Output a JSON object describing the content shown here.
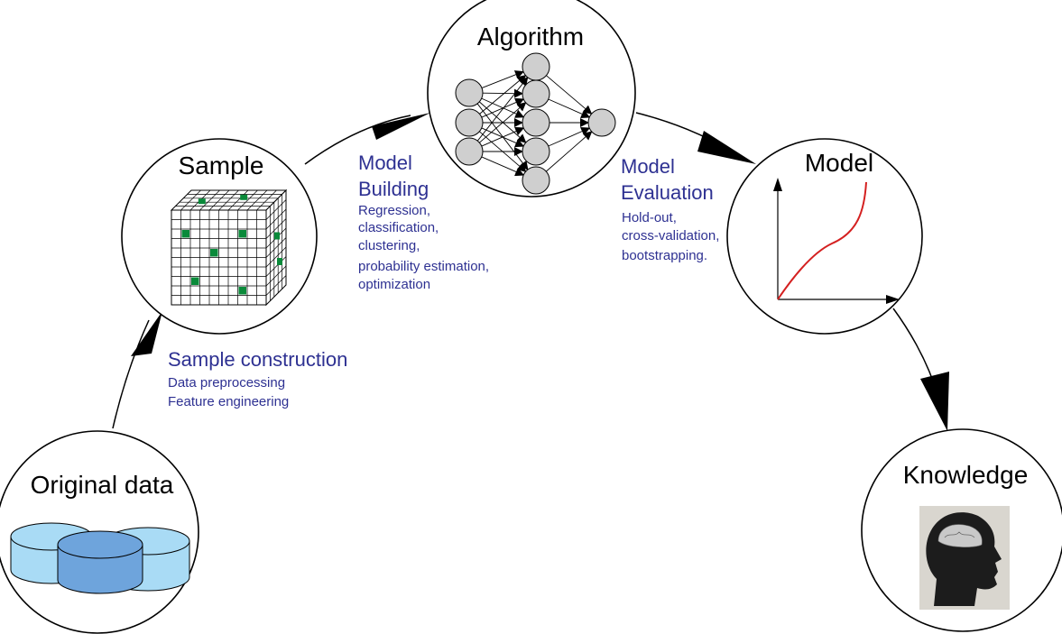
{
  "nodes": {
    "original_data": {
      "title": "Original data"
    },
    "sample": {
      "title": "Sample"
    },
    "algorithm": {
      "title": "Algorithm"
    },
    "model": {
      "title": "Model"
    },
    "knowledge": {
      "title": "Knowledge"
    }
  },
  "stages": {
    "sample_construction": {
      "title": "Sample construction",
      "details": [
        "Data preprocessing",
        "Feature engineering"
      ]
    },
    "model_building": {
      "title": [
        "Model",
        "Building"
      ],
      "details": [
        "Regression,",
        "classification,",
        "clustering,",
        "probability estimation,",
        "optimization"
      ]
    },
    "model_evaluation": {
      "title": [
        "Model",
        "Evaluation"
      ],
      "details": [
        "Hold-out,",
        "cross-validation,",
        "bootstrapping."
      ]
    }
  },
  "colors": {
    "stage_text": "#2e3192",
    "grid_highlight": "#0a8a3a",
    "curve": "#d42020",
    "cylinder_light": "#a9dbf5",
    "cylinder_dark": "#6ea4dc",
    "neuron": "#cfcfcf"
  },
  "icons": {
    "original_data": "database-cylinders-icon",
    "sample": "grid-cube-icon",
    "algorithm": "neural-network-icon",
    "model": "curve-plot-icon",
    "knowledge": "head-brain-icon"
  }
}
